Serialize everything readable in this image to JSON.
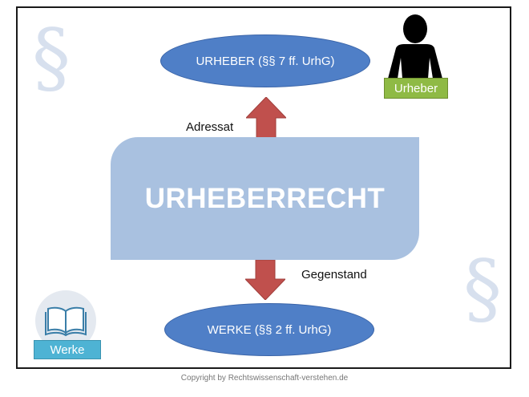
{
  "diagram": {
    "title": "URHEBERRECHT",
    "top_node": "URHEBER (§§ 7 ff. UrhG)",
    "bottom_node": "WERKE (§§ 2 ff. UrhG)",
    "arrow_up_label": "Adressat",
    "arrow_down_label": "Gegenstand",
    "urheber_badge": "Urheber",
    "werke_badge": "Werke",
    "section_symbol": "§",
    "copyright": "Copyright by Rechtswissenschaft-verstehen.de"
  },
  "icons": {
    "person": "person-silhouette-icon",
    "book": "open-book-icon"
  },
  "colors": {
    "ellipse_fill": "#4f7fc7",
    "main_box_fill": "#a9c1e0",
    "arrow_fill": "#c0504d",
    "urheber_badge": "#8fba45",
    "werke_badge": "#4eb3d4",
    "section_symbol": "#d7e0ee"
  }
}
